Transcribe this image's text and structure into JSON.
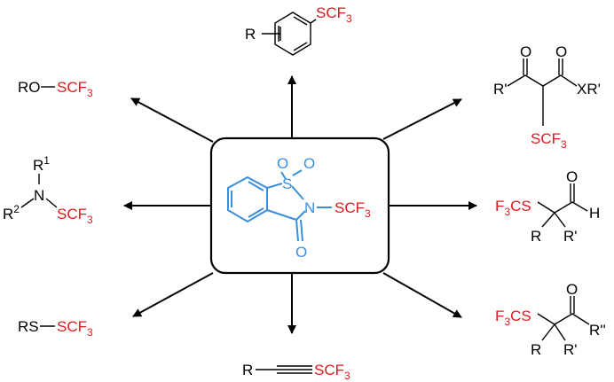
{
  "reagent": {
    "atoms": {
      "o1": "O",
      "o2": "O",
      "s": "S",
      "n": "N",
      "o3": "O"
    },
    "group": "SCF",
    "group_sub": "3"
  },
  "products": {
    "aryl": {
      "r": "R",
      "group": "SCF",
      "sub": "3"
    },
    "ether": {
      "prefix": "RO",
      "group": "SCF",
      "sub": "3"
    },
    "dicarbonyl": {
      "r": "R'",
      "xr": "XR'",
      "o1": "O",
      "o2": "O",
      "group": "SCF",
      "sub": "3"
    },
    "amine": {
      "r1": "R",
      "r1_sup": "1",
      "n": "N",
      "r2": "R",
      "r2_sup": "2",
      "group": "SCF",
      "sub": "3"
    },
    "aldehyde": {
      "f": "F",
      "f_sub": "3",
      "cs": "CS",
      "r": "R",
      "r2": "R'",
      "o": "O",
      "h": "H"
    },
    "disulfide": {
      "prefix": "RS",
      "group": "SCF",
      "sub": "3"
    },
    "alkyne": {
      "r": "R",
      "group": "SCF",
      "sub": "3"
    },
    "ketone": {
      "f": "F",
      "f_sub": "3",
      "cs": "CS",
      "r": "R",
      "r2": "R'",
      "o": "O",
      "r3": "R''"
    }
  },
  "colors": {
    "reagent": "#3a8fdc",
    "scf3": "#e0191e"
  }
}
